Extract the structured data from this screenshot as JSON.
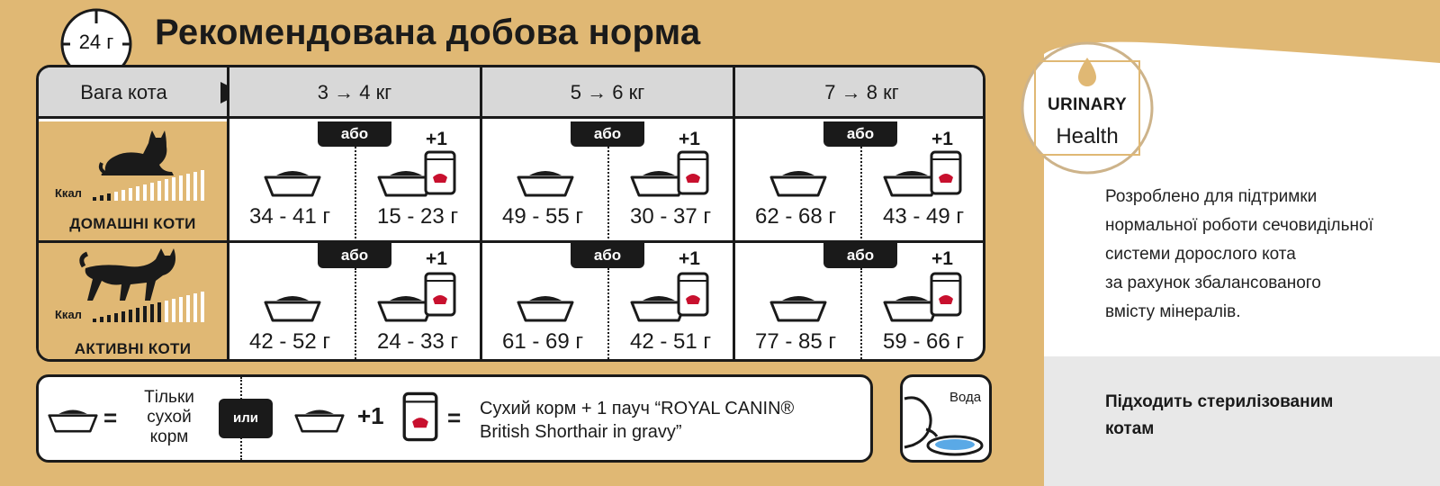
{
  "header": {
    "clock_label": "24 г",
    "title": "Рекомендована добова норма"
  },
  "table": {
    "weight_label": "Вага кота",
    "columns": [
      "3 → 4 кг",
      "5 → 6 кг",
      "7 → 8 кг"
    ],
    "or_label": "або",
    "plus_one": "+1",
    "kcal_label": "Ккал",
    "rows": [
      {
        "label": "ДОМАШНІ КОТИ",
        "values": [
          {
            "dry": "34 - 41 г",
            "mixed": "15 - 23 г"
          },
          {
            "dry": "49 - 55 г",
            "mixed": "30 - 37 г"
          },
          {
            "dry": "62 - 68 г",
            "mixed": "43 - 49 г"
          }
        ]
      },
      {
        "label": "АКТИВНІ КОТИ",
        "values": [
          {
            "dry": "42 - 52 г",
            "mixed": "24 - 33 г"
          },
          {
            "dry": "61 - 69 г",
            "mixed": "42 - 51 г"
          },
          {
            "dry": "77 - 85 г",
            "mixed": "59 - 66 г"
          }
        ]
      }
    ]
  },
  "legend": {
    "dry_only_lines": [
      "Тільки",
      "сухой",
      "корм"
    ],
    "or_label": "или",
    "plus_one": "+1",
    "eq": "=",
    "mixed_lines": [
      "Сухий корм + 1 пауч “ROYAL CANIN®",
      "British Shorthair in gravy”"
    ],
    "water_label": "Вода"
  },
  "badge": {
    "line1": "URINARY",
    "line2": "Health"
  },
  "description": [
    "Розроблено для підтримки",
    "нормальної роботи сечовидільної",
    "системи дорослого кота",
    "за рахунок збалансованого",
    "вмісту мінералів."
  ],
  "sterilized": [
    "Підходить стерилізованим",
    "котам"
  ],
  "colors": {
    "background": "#e0b874",
    "dark": "#1a1a1a",
    "header_gray": "#d8d8d8",
    "brand_red": "#c8102e",
    "water_blue": "#5aa9e6"
  }
}
